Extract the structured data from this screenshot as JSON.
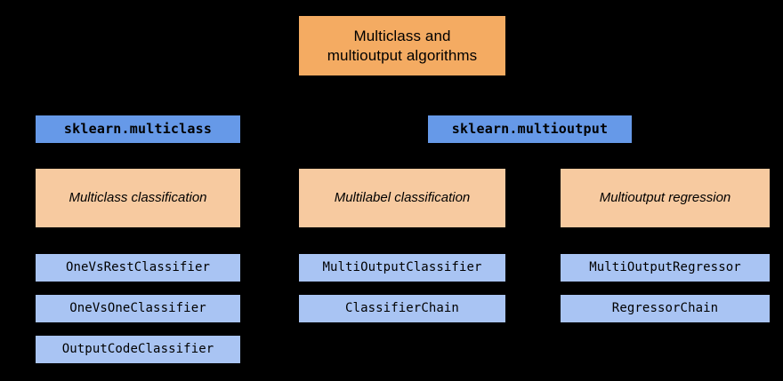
{
  "diagram": {
    "title": "Multiclass and\nmultioutput algorithms",
    "background_color": "#000000",
    "colors": {
      "root_box": "#f4ab62",
      "module_box": "#6699e8",
      "task_box": "#f7caa0",
      "estimator_box": "#a9c4f3",
      "text": "#000000"
    },
    "modules": [
      {
        "label": "sklearn.multiclass"
      },
      {
        "label": "sklearn.multioutput"
      }
    ],
    "tasks": [
      {
        "label": "Multiclass classification"
      },
      {
        "label": "Multilabel classification"
      },
      {
        "label": "Multioutput regression"
      }
    ],
    "estimators": [
      [
        {
          "label": "OneVsRestClassifier"
        },
        {
          "label": "OneVsOneClassifier"
        },
        {
          "label": "OutputCodeClassifier"
        }
      ],
      [
        {
          "label": "MultiOutputClassifier"
        },
        {
          "label": "ClassifierChain"
        }
      ],
      [
        {
          "label": "MultiOutputRegressor"
        },
        {
          "label": "RegressorChain"
        }
      ]
    ]
  }
}
